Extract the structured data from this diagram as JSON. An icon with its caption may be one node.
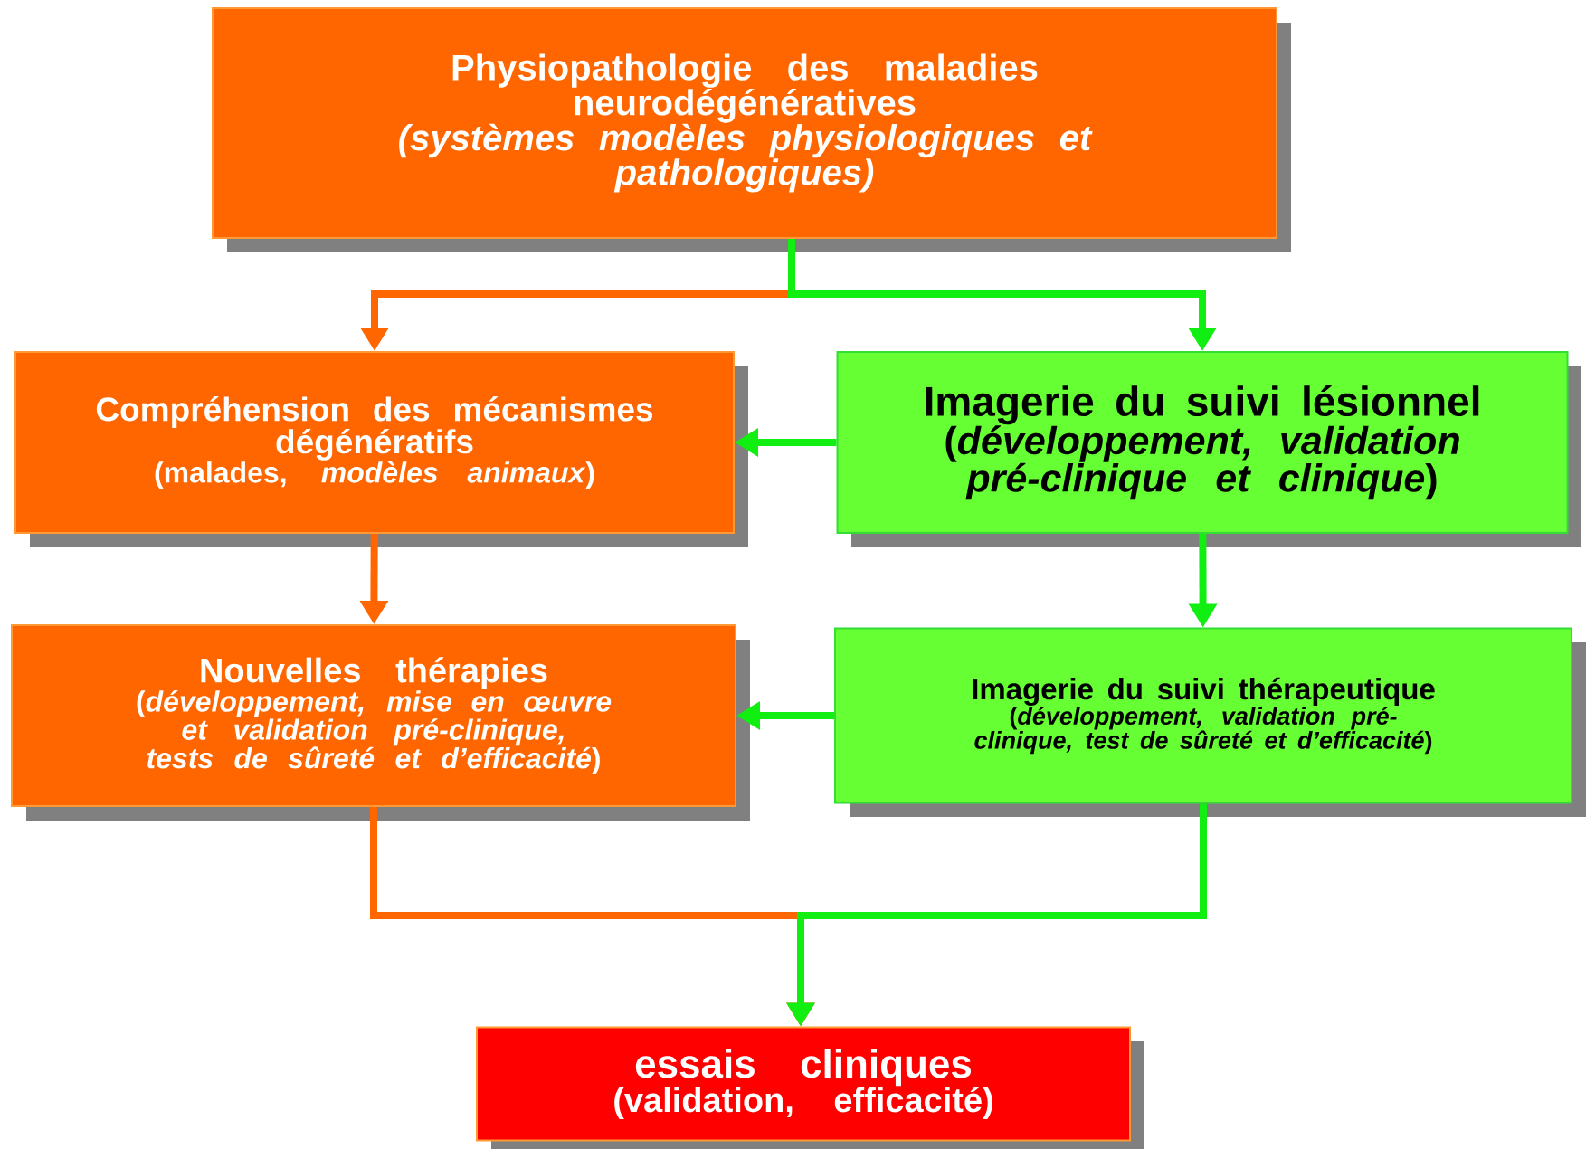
{
  "diagram": {
    "nodes": [
      {
        "text": [
          "Physiopathologie des maladies neurodégénératives",
          "(systèmes modèles physiologiques et pathologiques)"
        ]
      },
      {
        "text": [
          "Compréhension des mécanismes dégénératifs",
          "(malades, *modèles animaux*)"
        ]
      },
      {
        "text": [
          "Imagerie du suivi lésionnel",
          "(*développement, validation pré-clinique et clinique*)"
        ]
      },
      {
        "text": [
          "Nouvelles thérapies",
          "(*développement, mise en œuvre et validation pré-clinique, tests de sûreté et d’efficacité*)"
        ]
      },
      {
        "text": [
          "Imagerie du suivi thérapeutique",
          "(*développement, validation pré-clinique, test de sûreté et d’efficacité*)"
        ]
      },
      {
        "text": [
          "essais cliniques",
          "(validation, efficacité)"
        ]
      }
    ],
    "edges": [
      {
        "from": 0,
        "to": 1,
        "arrow": "to",
        "color": "#ff6600"
      },
      {
        "from": 0,
        "to": 2,
        "arrow": "to"
      },
      {
        "from": 2,
        "to": 1,
        "arrow": "to"
      },
      {
        "from": 1,
        "to": 3,
        "arrow": "to",
        "color": "#ff6600"
      },
      {
        "from": 2,
        "to": 4,
        "arrow": "to"
      },
      {
        "from": 4,
        "to": 3,
        "arrow": "to"
      },
      {
        "from": 3,
        "to": 5,
        "arrow": "to",
        "color": "#ff6600"
      },
      {
        "from": 4,
        "to": 5,
        "arrow": "to"
      }
    ]
  }
}
